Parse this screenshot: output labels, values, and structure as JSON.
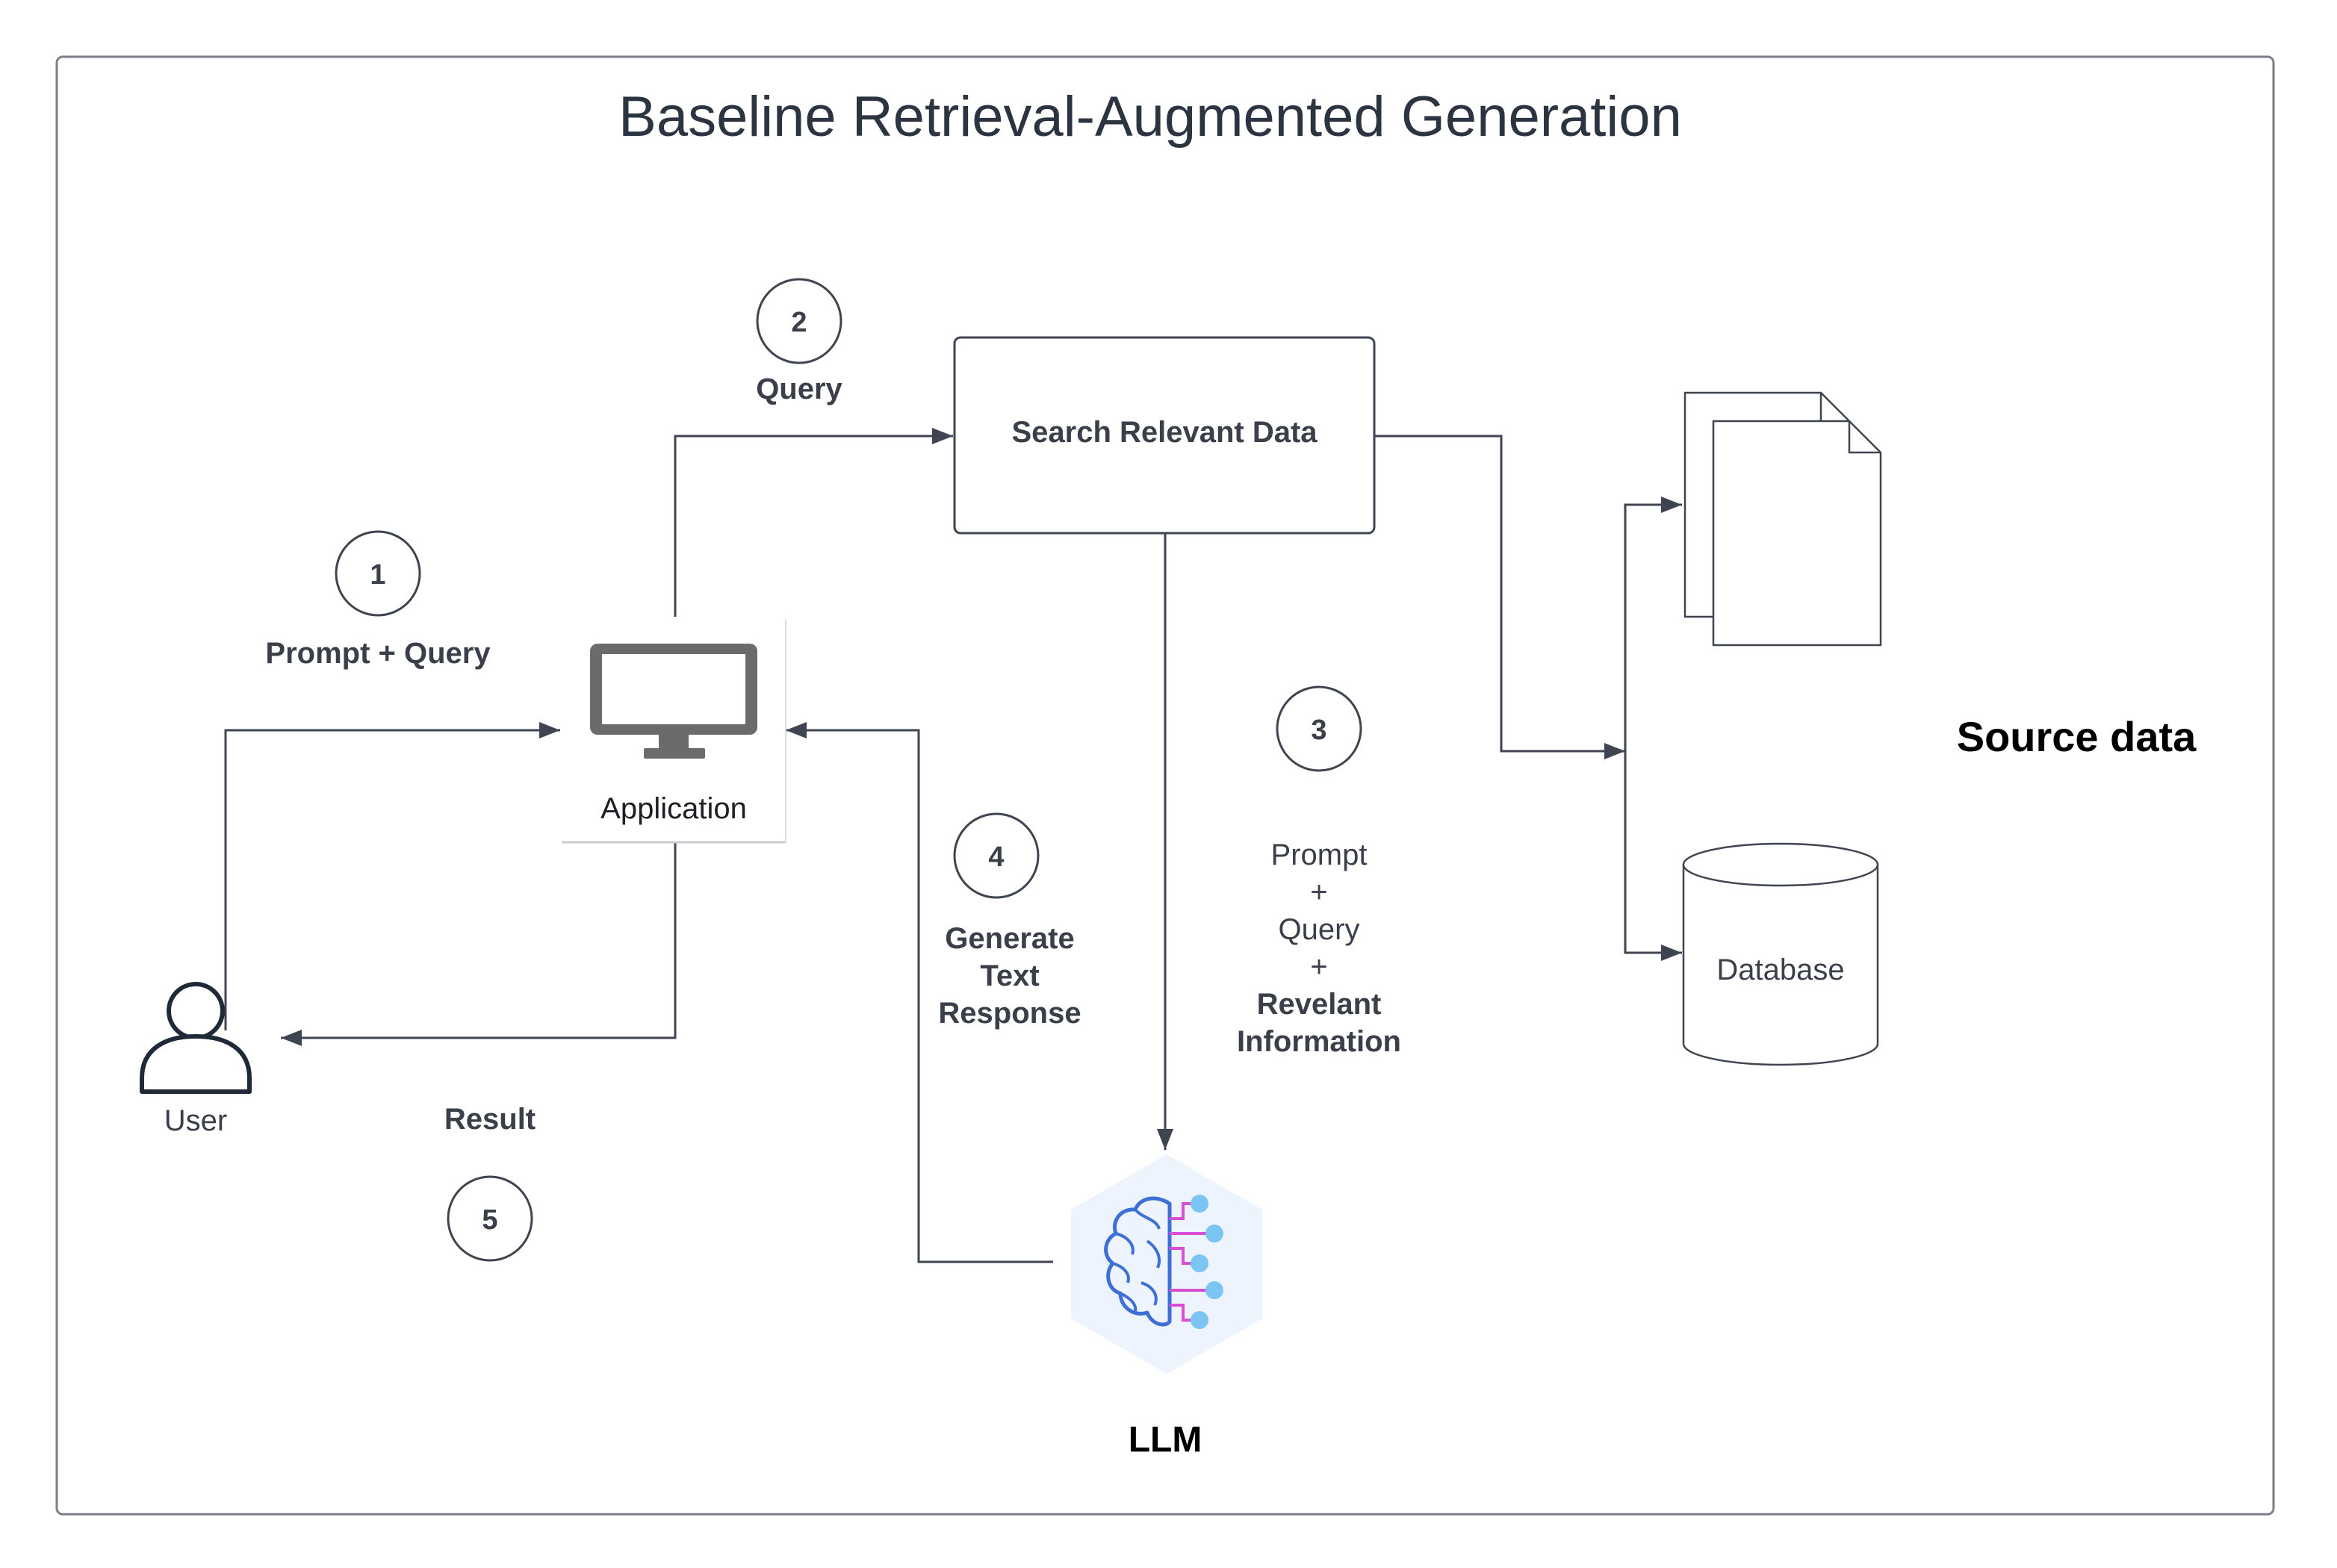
{
  "title": "Baseline Retrieval-Augmented Generation",
  "steps": {
    "s1": {
      "number": "1",
      "label": "Prompt + Query"
    },
    "s2": {
      "number": "2",
      "label": "Query"
    },
    "s3": {
      "number": "3",
      "lines": [
        "Prompt",
        "+",
        "Query",
        "+"
      ],
      "bold_lines": [
        "Revelant",
        "Information"
      ]
    },
    "s4": {
      "number": "4",
      "lines": [
        "Generate",
        "Text",
        "Response"
      ]
    },
    "s5": {
      "number": "5",
      "label": "Result"
    }
  },
  "nodes": {
    "user": {
      "label": "User",
      "icon": "user-icon"
    },
    "application": {
      "label": "Application",
      "icon": "monitor-icon"
    },
    "search": {
      "label": "Search Relevant Data"
    },
    "llm": {
      "label": "LLM",
      "icon": "brain-circuit-icon"
    },
    "documents": {
      "icon": "document-stack-icon"
    },
    "database": {
      "label": "Database",
      "icon": "cylinder-icon"
    },
    "source": {
      "label": "Source data"
    }
  },
  "colors": {
    "line": "#3f4550",
    "text": "#3a3f4a",
    "brain_stroke": "#3d6fd6",
    "circuit_magenta": "#d64fd6",
    "circuit_node": "#7cc4f2",
    "hex_fill": "#eef4fd"
  }
}
